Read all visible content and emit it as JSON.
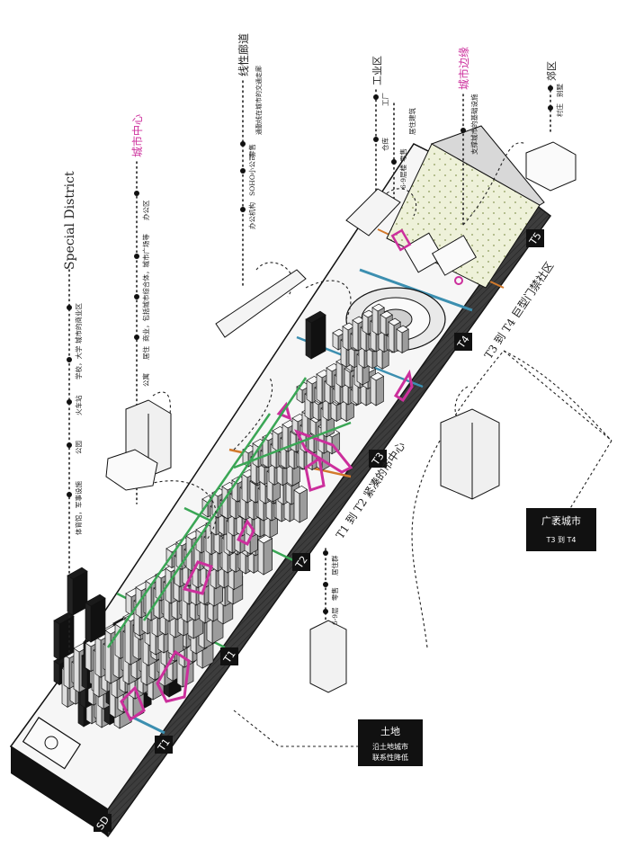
{
  "colors": {
    "accent_pink": "#cc2f9c",
    "zone_green": "#3aa655",
    "zone_blue": "#3c8fb0",
    "zone_orange": "#d27a2c",
    "park": "#eef1d9",
    "building": "#f2f2f2",
    "dark": "#111111"
  },
  "zones": {
    "t1": "T1",
    "t2": "T2",
    "t3": "T3",
    "t4": "T4",
    "t5": "T5",
    "sd": "SD"
  },
  "callouts": {
    "special_district": {
      "title": "Special District",
      "items": [
        "城市的商业区",
        "学校，大学",
        "火车站",
        "公园",
        "体育馆，军事设施"
      ]
    },
    "city_center": {
      "title": "城市中心",
      "items": [
        "办公区",
        "商业，包括城市综合体，城市广场等",
        "居住",
        "公寓"
      ]
    },
    "linear_corridor": {
      "title": "线性廊道",
      "items": [
        "通勤线在城市的交通走廊",
        "零售",
        "SOHO小公司",
        "办公机构"
      ]
    },
    "industrial": {
      "title": "工业区",
      "items": [
        "工厂",
        "仓库"
      ]
    },
    "city_edge": {
      "title": "城市边缘",
      "items": [
        "支撑城市的基础设施"
      ]
    },
    "suburb": {
      "title": "郊区",
      "items": [
        "别墅",
        "村庄"
      ]
    },
    "t3_block": {
      "items": [
        "居住建筑",
        "零售",
        "6-9层楼"
      ]
    },
    "t1_block": {
      "items": [
        "居住群",
        "零售",
        "6-9层"
      ]
    }
  },
  "side_labels": {
    "t1_t2": "T1 到 T2 紧凑的市中心",
    "t3_t4": "T3 到 T4 巨型门禁社区"
  },
  "boxes": {
    "sprawl": {
      "title": "广袤城市",
      "subtitle": "T3 到 T4"
    },
    "land": {
      "title": "土地",
      "line1": "沿土地城市",
      "line2": "联系性降低"
    }
  }
}
